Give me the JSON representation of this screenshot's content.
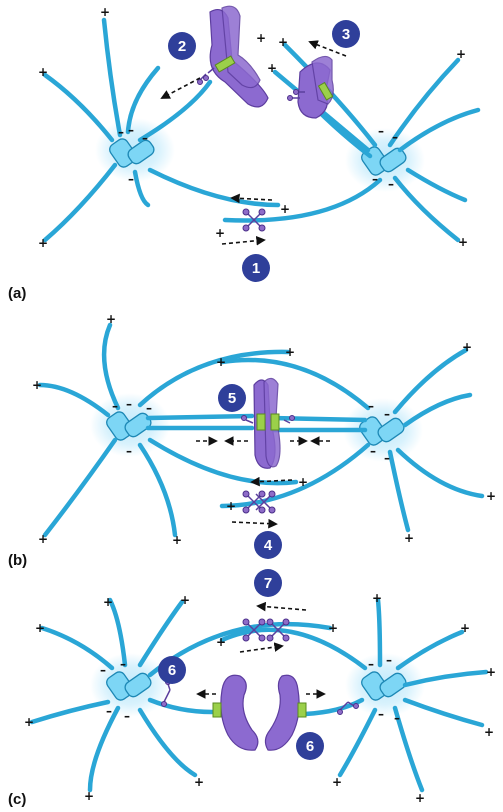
{
  "panels": [
    {
      "label": "(a)",
      "badges": [
        "1",
        "2",
        "3"
      ]
    },
    {
      "label": "(b)",
      "badges": [
        "4",
        "5"
      ]
    },
    {
      "label": "(c)",
      "badges": [
        "6",
        "7",
        "6"
      ]
    }
  ],
  "colors": {
    "microtubule": "#2aa6d6",
    "centrosome_glow": "#bfe9fb",
    "chromosome": "#8c6ad0",
    "kinetochore": "#9bd04a",
    "badge": "#2f3f9a"
  },
  "symbols": {
    "plus": "+",
    "minus": "–"
  }
}
